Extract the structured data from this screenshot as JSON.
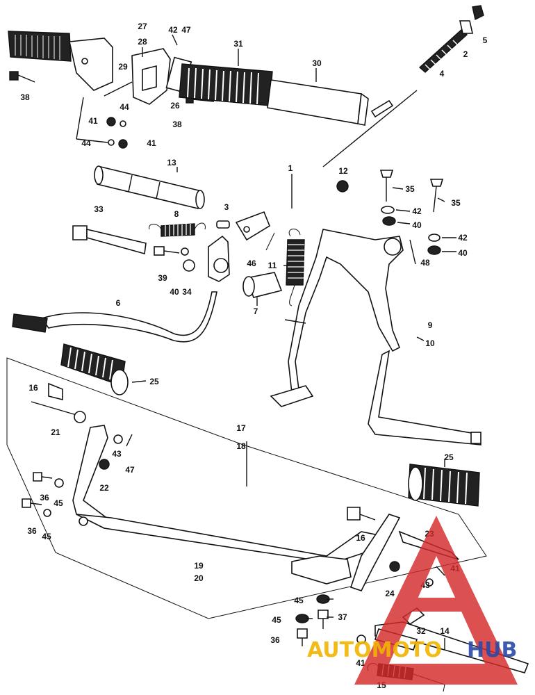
{
  "callouts": [
    {
      "id": "c1",
      "text": "1"
    },
    {
      "id": "c2",
      "text": "2"
    },
    {
      "id": "c3",
      "text": "3"
    },
    {
      "id": "c4",
      "text": "4"
    },
    {
      "id": "c5",
      "text": "5"
    },
    {
      "id": "c6",
      "text": "6"
    },
    {
      "id": "c7",
      "text": "7"
    },
    {
      "id": "c8",
      "text": "8"
    },
    {
      "id": "c9",
      "text": "9"
    },
    {
      "id": "c10",
      "text": "10"
    },
    {
      "id": "c11",
      "text": "11"
    },
    {
      "id": "c12",
      "text": "12"
    },
    {
      "id": "c13",
      "text": "13"
    },
    {
      "id": "c14",
      "text": "14"
    },
    {
      "id": "c15",
      "text": "15"
    },
    {
      "id": "c16a",
      "text": "16"
    },
    {
      "id": "c16b",
      "text": "16"
    },
    {
      "id": "c17",
      "text": "17"
    },
    {
      "id": "c18",
      "text": "18"
    },
    {
      "id": "c19",
      "text": "19"
    },
    {
      "id": "c20",
      "text": "20"
    },
    {
      "id": "c21",
      "text": "21"
    },
    {
      "id": "c22",
      "text": "22"
    },
    {
      "id": "c23",
      "text": "23"
    },
    {
      "id": "c24",
      "text": "24"
    },
    {
      "id": "c25a",
      "text": "25"
    },
    {
      "id": "c25b",
      "text": "25"
    },
    {
      "id": "c26",
      "text": "26"
    },
    {
      "id": "c27",
      "text": "27"
    },
    {
      "id": "c28",
      "text": "28"
    },
    {
      "id": "c29",
      "text": "29"
    },
    {
      "id": "c30",
      "text": "30"
    },
    {
      "id": "c31",
      "text": "31"
    },
    {
      "id": "c32",
      "text": "32"
    },
    {
      "id": "c33",
      "text": "33"
    },
    {
      "id": "c34",
      "text": "34"
    },
    {
      "id": "c35a",
      "text": "35"
    },
    {
      "id": "c35b",
      "text": "35"
    },
    {
      "id": "c36a",
      "text": "36"
    },
    {
      "id": "c36b",
      "text": "36"
    },
    {
      "id": "c36c",
      "text": "36"
    },
    {
      "id": "c37",
      "text": "37"
    },
    {
      "id": "c38a",
      "text": "38"
    },
    {
      "id": "c38b",
      "text": "38"
    },
    {
      "id": "c39",
      "text": "39"
    },
    {
      "id": "c40a",
      "text": "40"
    },
    {
      "id": "c40b",
      "text": "40"
    },
    {
      "id": "c40c",
      "text": "40"
    },
    {
      "id": "c41a",
      "text": "41"
    },
    {
      "id": "c41b",
      "text": "41"
    },
    {
      "id": "c41c",
      "text": "41"
    },
    {
      "id": "c41d",
      "text": "41"
    },
    {
      "id": "c42a",
      "text": "42"
    },
    {
      "id": "c42b",
      "text": "42"
    },
    {
      "id": "c42c",
      "text": "42"
    },
    {
      "id": "c43a",
      "text": "43"
    },
    {
      "id": "c43b",
      "text": "43"
    },
    {
      "id": "c44a",
      "text": "44"
    },
    {
      "id": "c44b",
      "text": "44"
    },
    {
      "id": "c45a",
      "text": "45"
    },
    {
      "id": "c45b",
      "text": "45"
    },
    {
      "id": "c45c",
      "text": "45"
    },
    {
      "id": "c45d",
      "text": "45"
    },
    {
      "id": "c46",
      "text": "46"
    },
    {
      "id": "c47a",
      "text": "47"
    },
    {
      "id": "c47b",
      "text": "47"
    },
    {
      "id": "c47c",
      "text": "47"
    },
    {
      "id": "c48",
      "text": "48"
    }
  ],
  "watermark": {
    "left_text": "AUTOMOTO",
    "right_text": "HUB",
    "left_color": "#f2b400",
    "right_color": "#2a4aa8",
    "logo_color": "#d42a2a"
  }
}
